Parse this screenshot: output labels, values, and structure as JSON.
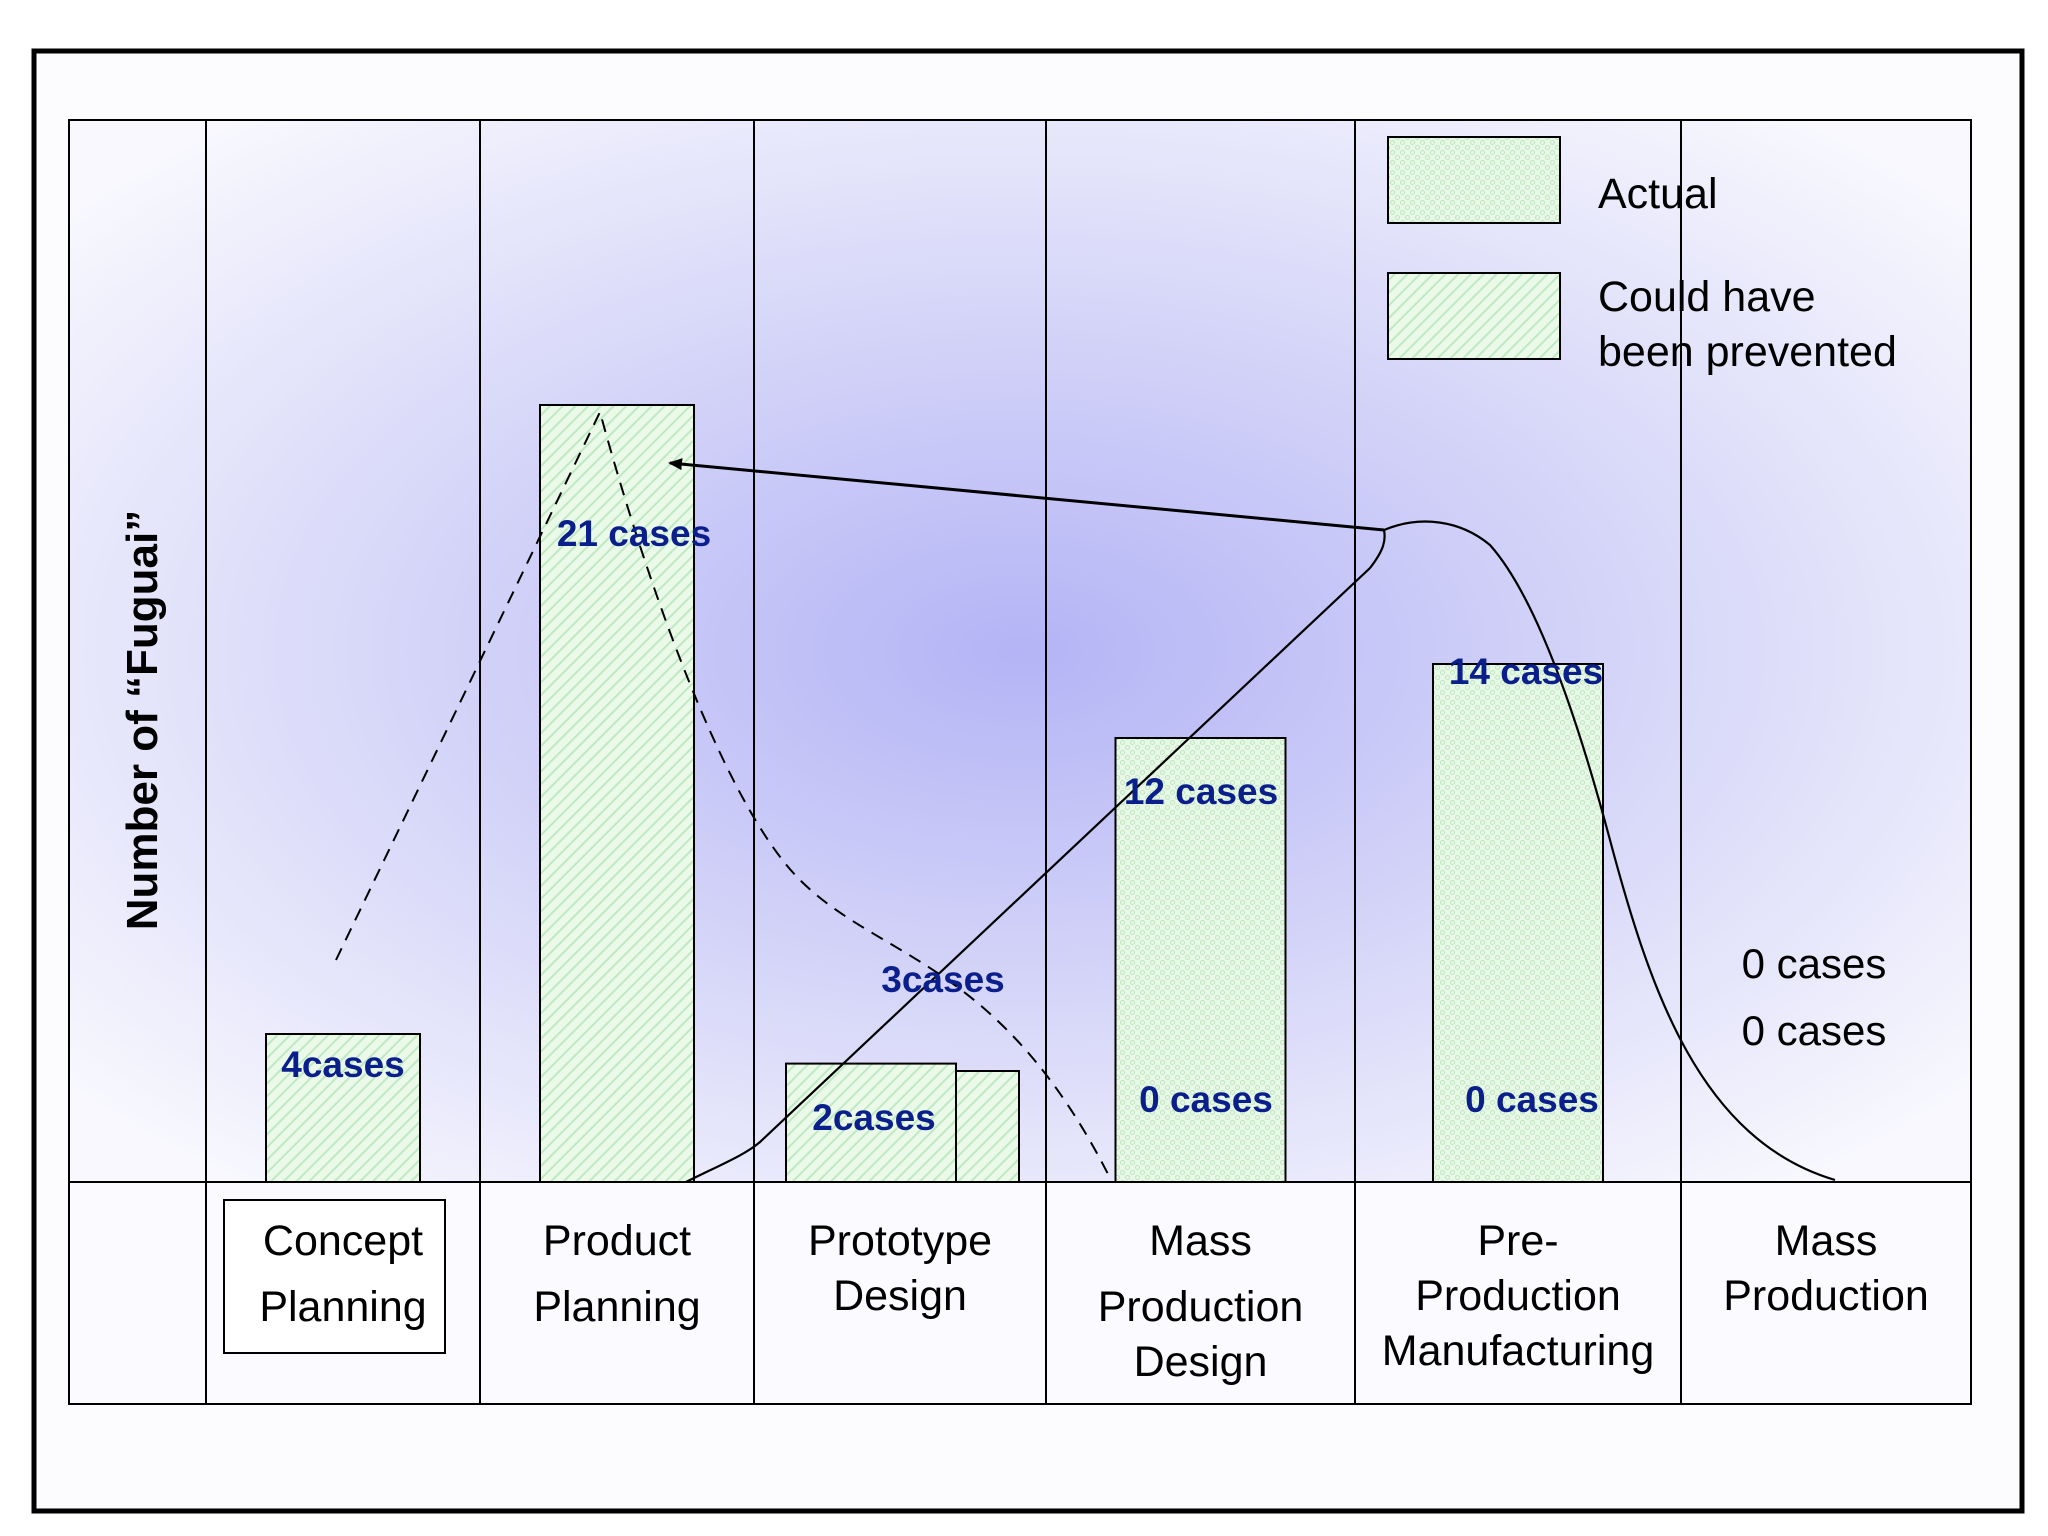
{
  "chart_data": {
    "type": "bar",
    "title": "",
    "ylabel": "Number of “Fuguai”",
    "xlabel": "",
    "categories": [
      [
        "Concept",
        "Planning"
      ],
      [
        "Product",
        "Planning"
      ],
      [
        "Prototype",
        "Design"
      ],
      [
        "Mass",
        "Production",
        "Design"
      ],
      [
        "Pre-",
        "Production",
        "Manufacturing"
      ],
      [
        "Mass",
        "Production"
      ]
    ],
    "series": [
      {
        "name": "Actual",
        "values": [
          4,
          21,
          3,
          12,
          14,
          0
        ],
        "labels": [
          "4cases",
          "21 cases",
          "3cases",
          "12 cases",
          "14 cases",
          "0 cases"
        ]
      },
      {
        "name": "Could have been prevented",
        "values": [
          4,
          21,
          2,
          0,
          0,
          0
        ],
        "labels": [
          "",
          "",
          "2cases",
          "0 cases",
          "0 cases",
          "0 cases"
        ]
      }
    ],
    "legend": {
      "placement": "top-right",
      "entries": [
        {
          "lines": [
            "Actual"
          ],
          "pattern": "dots"
        },
        {
          "lines": [
            "Could have",
            "been prevented"
          ],
          "pattern": "hatch"
        }
      ]
    },
    "ylim": [
      0,
      24
    ],
    "grid": false,
    "colors": {
      "fill": "#e6f8e4",
      "pattern": "#bfe9c3",
      "label": "#0b1f8c",
      "outline": "#000000"
    }
  }
}
